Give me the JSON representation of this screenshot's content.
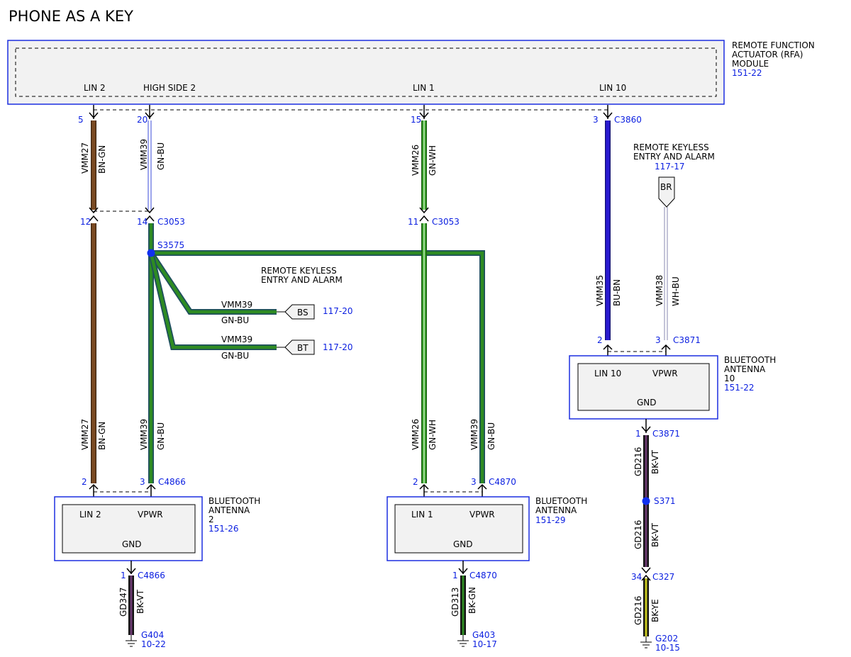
{
  "title": "PHONE AS A KEY",
  "colors": {
    "module_border": "#1c2ee0",
    "module_fill": "#f2f2f2",
    "ref_blue": "#0a1ee0",
    "brown": "#7a4a22",
    "green": "#2e8b22",
    "blue_wire": "#2a1ad0",
    "green_blue_edge": "#1e4e5e",
    "black": "#141414"
  },
  "modules": {
    "rfa": {
      "name_lines": [
        "REMOTE FUNCTION",
        "ACTUATOR (RFA)",
        "MODULE"
      ],
      "ref": "151-22",
      "pins": [
        "LIN 2",
        "HIGH SIDE 2",
        "LIN 1",
        "LIN 10"
      ]
    },
    "bt2": {
      "name_lines": [
        "BLUETOOTH",
        "ANTENNA",
        "2"
      ],
      "ref": "151-26",
      "pins": [
        "LIN 2",
        "VPWR",
        "GND"
      ]
    },
    "bt1": {
      "name_lines": [
        "BLUETOOTH",
        "ANTENNA"
      ],
      "ref": "151-29",
      "pins": [
        "LIN 1",
        "VPWR",
        "GND"
      ]
    },
    "bt10": {
      "name_lines": [
        "BLUETOOTH",
        "ANTENNA",
        "10"
      ],
      "ref": "151-22",
      "pins": [
        "LIN 10",
        "VPWR",
        "GND"
      ]
    }
  },
  "connectors": {
    "rfa_p5": "5",
    "rfa_p20": "20",
    "rfa_p15": "15",
    "rfa_p3": "3",
    "c3860": "C3860",
    "c3053_p12": "12",
    "c3053_p14": "14",
    "c3053": "C3053",
    "c3053_p11": "11",
    "c3053_b": "C3053",
    "s3575": "S3575",
    "c4866_p2": "2",
    "c4866_p3": "3",
    "c4866": "C4866",
    "c4870_p2": "2",
    "c4870_p3": "3",
    "c4870": "C4870",
    "c3871_p2": "2",
    "c3871_p3": "3",
    "c3871": "C3871",
    "bt2_gnd_p1": "1",
    "bt2_gnd_c": "C4866",
    "bt1_gnd_p1": "1",
    "bt1_gnd_c": "C4870",
    "bt10_gnd_p1": "1",
    "bt10_gnd_c": "C3871",
    "s371": "S371",
    "c327_p34": "34",
    "c327": "C327"
  },
  "wires": {
    "vmm27_top": {
      "circuit": "VMM27",
      "color": "BN-GN"
    },
    "vmm39_top": {
      "circuit": "VMM39",
      "color": "GN-BU"
    },
    "vmm26_top": {
      "circuit": "VMM26",
      "color": "GN-WH"
    },
    "vmm35": {
      "circuit": "VMM35",
      "color": "BU-BN"
    },
    "vmm38": {
      "circuit": "VMM38",
      "color": "WH-BU"
    },
    "vmm27_bot": {
      "circuit": "VMM27",
      "color": "BN-GN"
    },
    "vmm39_bot": {
      "circuit": "VMM39",
      "color": "GN-BU"
    },
    "vmm26_bot": {
      "circuit": "VMM26",
      "color": "GN-WH"
    },
    "vmm39_right": {
      "circuit": "VMM39",
      "color": "GN-BU"
    },
    "vmm39_bs": {
      "circuit": "VMM39",
      "color": "GN-BU"
    },
    "vmm39_bt": {
      "circuit": "VMM39",
      "color": "GN-BU"
    },
    "gd347": {
      "circuit": "GD347",
      "color": "BK-VT"
    },
    "gd313": {
      "circuit": "GD313",
      "color": "BK-GN"
    },
    "gd216_a": {
      "circuit": "GD216",
      "color": "BK-VT"
    },
    "gd216_b": {
      "circuit": "GD216",
      "color": "BK-VT"
    },
    "gd216_c": {
      "circuit": "GD216",
      "color": "BK-YE"
    }
  },
  "refs": {
    "rke_mid": {
      "lines": [
        "REMOTE KEYLESS",
        "ENTRY AND ALARM"
      ]
    },
    "rke_right": {
      "lines": [
        "REMOTE KEYLESS",
        "ENTRY AND ALARM"
      ],
      "ref": "117-17"
    },
    "br": "BR",
    "bs": {
      "label": "BS",
      "ref": "117-20"
    },
    "bt": {
      "label": "BT",
      "ref": "117-20"
    }
  },
  "grounds": {
    "g404": {
      "name": "G404",
      "ref": "10-22"
    },
    "g403": {
      "name": "G403",
      "ref": "10-17"
    },
    "g202": {
      "name": "G202",
      "ref": "10-15"
    }
  }
}
